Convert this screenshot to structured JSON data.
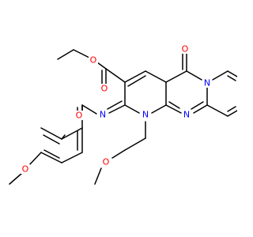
{
  "molecule": {
    "atoms": {
      "o_ester_carbonyl": "O",
      "o_ester_ether": "O",
      "o_ketone": "O",
      "n_pyrido": "N",
      "n_ring_imine": "N",
      "n_ring_bottom": "N",
      "o_amide": "O",
      "n_exo_imine": "N",
      "n_alkyl": "N",
      "o_methoxy_aryl": "O",
      "o_methoxy_ethyl": "O"
    }
  },
  "colors": {
    "bond": "#000000",
    "oxygen": "#ff0000",
    "nitrogen": "#0000ff"
  }
}
